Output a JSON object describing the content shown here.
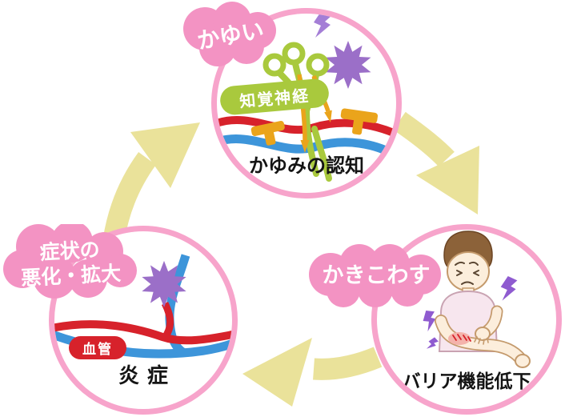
{
  "diagram": {
    "name": "itch scratch cycle",
    "top_node": {
      "callout": "かゆい",
      "nerve_tag": "知覚神経",
      "caption": "かゆみの認知"
    },
    "right_node": {
      "callout": "かきこわす",
      "caption": "バリア機能低下"
    },
    "left_node": {
      "callout_line1": "症状の",
      "callout_line2": "悪化・拡大",
      "vessel_tag": "血管",
      "caption": "炎症"
    },
    "colors": {
      "circle_border_pink": "#F7A4CB",
      "callout_pink": "#F393C3",
      "cycle_arrow_yellow": "#EAE29A",
      "nerve_green": "#A9C93D",
      "stimulus_purple": "#9B6FC8",
      "lightning_purple": "#A47ED6",
      "artery_red": "#D7222B",
      "vein_blue": "#3D95DA",
      "mediator_orange": "#EAA41B",
      "skin": "#FCEEDC",
      "hair_brown": "#8C6239",
      "shirt_pink": "#F7E6EE",
      "label_black": "#141414"
    },
    "icons": {
      "cycle_arrows": "yellow-curved-arrow x3 clockwise",
      "starburst": "purple-starburst",
      "lightning": "purple-lightning-bolt",
      "nerve": "green-nerve-endings",
      "vessels": "red-and-blue-wavy-vessels",
      "mediators": "orange-mediator-shapes",
      "person": "boy-scratching-forearm"
    }
  }
}
